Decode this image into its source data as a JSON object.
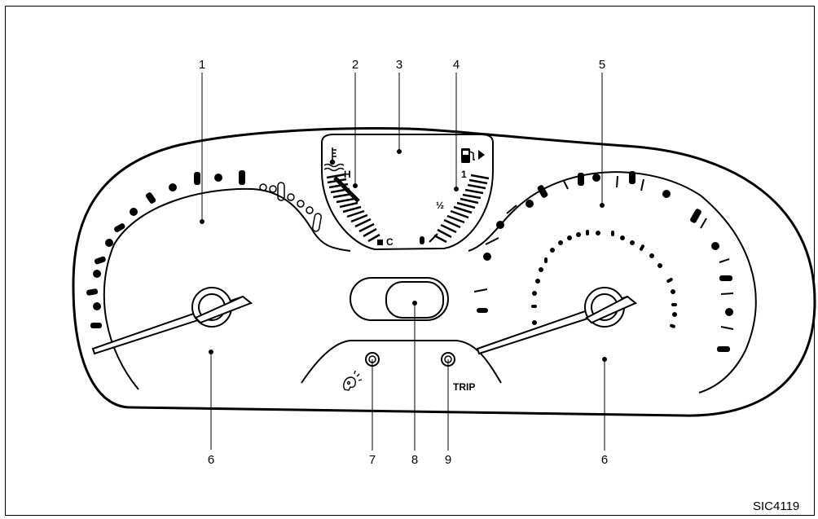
{
  "figure_id": "SIC4119",
  "callouts": [
    {
      "number": "1",
      "meaning": "tachometer"
    },
    {
      "number": "2",
      "meaning": "engine-coolant-temperature-gauge"
    },
    {
      "number": "3",
      "meaning": "display-window"
    },
    {
      "number": "4",
      "meaning": "fuel-gauge"
    },
    {
      "number": "5",
      "meaning": "speedometer"
    },
    {
      "number": "6",
      "meaning": "needle-pivot"
    },
    {
      "number": "7",
      "meaning": "illumination-control-knob"
    },
    {
      "number": "8",
      "meaning": "odometer-trip-display"
    },
    {
      "number": "9",
      "meaning": "trip-reset-knob"
    }
  ],
  "temperature_gauge": {
    "hot_label": "H",
    "cold_label": "C",
    "icon": "coolant-temperature-icon"
  },
  "fuel_gauge": {
    "full_label": "1",
    "half_label": "½",
    "icon": "fuel-pump-icon"
  },
  "trip_knob": {
    "label": "TRIP"
  },
  "illumination_knob": {
    "icon": "illumination-icon"
  },
  "colors": {
    "line": "#000000",
    "background": "#ffffff"
  }
}
